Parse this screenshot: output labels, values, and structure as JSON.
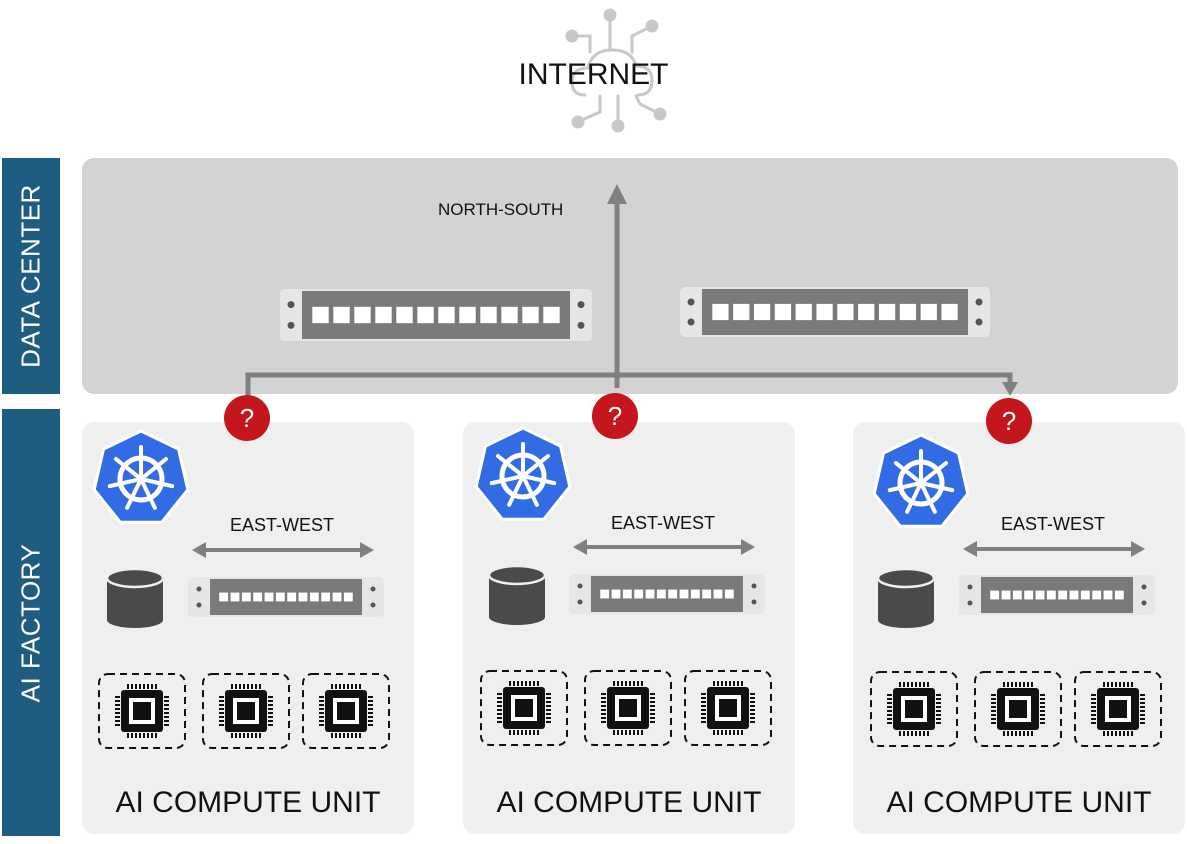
{
  "internet": {
    "label": "INTERNET"
  },
  "data_center": {
    "label": "DATA CENTER",
    "traffic_label": "NORTH-SOUTH"
  },
  "ai_factory": {
    "label": "AI FACTORY"
  },
  "compute_units": [
    {
      "title": "AI COMPUTE UNIT",
      "traffic_label": "EAST-WEST",
      "question_mark": "?"
    },
    {
      "title": "AI COMPUTE UNIT",
      "traffic_label": "EAST-WEST",
      "question_mark": "?"
    },
    {
      "title": "AI COMPUTE UNIT",
      "traffic_label": "EAST-WEST",
      "question_mark": "?"
    }
  ],
  "colors": {
    "band": "#1f5d80",
    "kubernetes": "#326ce5",
    "question": "#c4161c",
    "arrow": "#808080",
    "switch": "#7a7a7a"
  }
}
